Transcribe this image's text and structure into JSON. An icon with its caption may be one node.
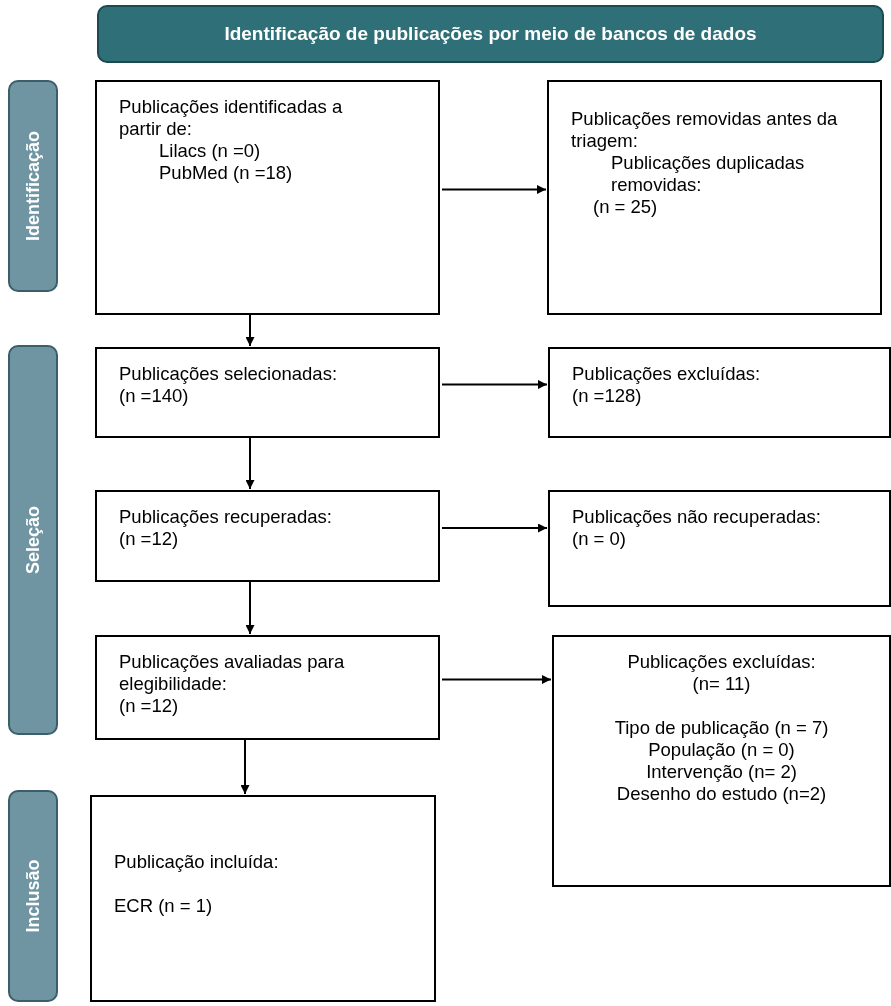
{
  "diagram": {
    "nodes": [
      {
        "text": [
          "Identificação de publicações por meio de bancos de dados"
        ]
      },
      {
        "text": [
          "Identificação"
        ]
      },
      {
        "text": [
          "Seleção"
        ]
      },
      {
        "text": [
          "Inclusão"
        ]
      },
      {
        "text": [
          "Publicações identificadas a partir de:",
          "Lilacs (n =0)",
          "PubMed (n =18)"
        ]
      },
      {
        "text": [
          "Publicações removidas antes da triagem:",
          "Publicações duplicadas removidas:",
          "(n = 25)"
        ]
      },
      {
        "text": [
          "Publicações selecionadas:",
          "(n =140)"
        ]
      },
      {
        "text": [
          "Publicações excluídas:",
          "(n =128)"
        ]
      },
      {
        "text": [
          "Publicações recuperadas:",
          "(n =12)"
        ]
      },
      {
        "text": [
          "Publicações não recuperadas:",
          "(n = 0)"
        ]
      },
      {
        "text": [
          "Publicações avaliadas para elegibilidade:",
          "(n =12)"
        ]
      },
      {
        "text": [
          "Publicações excluídas:",
          "(n= 11)",
          "Tipo de publicação (n = 7)",
          "População (n = 0)",
          "Intervenção (n= 2)",
          "Desenho do estudo (n=2)"
        ]
      },
      {
        "text": [
          "Publicação incluída:",
          "ECR (n = 1)"
        ]
      }
    ],
    "edges": [
      {
        "from": 4,
        "to": 5,
        "arrow": "to"
      },
      {
        "from": 4,
        "to": 6,
        "arrow": "to"
      },
      {
        "from": 6,
        "to": 7,
        "arrow": "to"
      },
      {
        "from": 6,
        "to": 8,
        "arrow": "to"
      },
      {
        "from": 8,
        "to": 9,
        "arrow": "to"
      },
      {
        "from": 8,
        "to": 10,
        "arrow": "to"
      },
      {
        "from": 10,
        "to": 11,
        "arrow": "to"
      },
      {
        "from": 10,
        "to": 12,
        "arrow": "to"
      }
    ]
  }
}
